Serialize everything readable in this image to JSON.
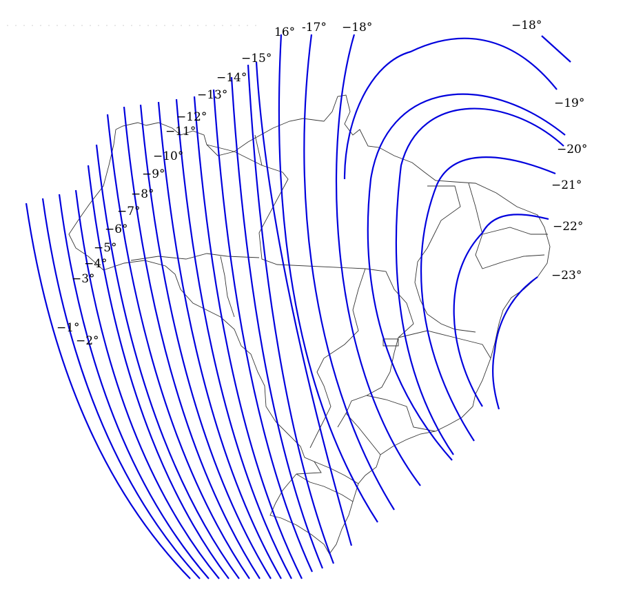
{
  "map": {
    "line_color": "#0000dd",
    "labels": [
      "−1°",
      "−2°",
      "−3°",
      "−4°",
      "−5°",
      "−6°",
      "−7°",
      "−8°",
      "−9°",
      "−10°",
      "−11°",
      "−12°",
      "−13°",
      "−14°",
      "−15°",
      "16°",
      "-17°",
      "−18°",
      "−18°",
      "−19°",
      "−20°",
      "−21°",
      "−22°",
      "−23°"
    ]
  }
}
